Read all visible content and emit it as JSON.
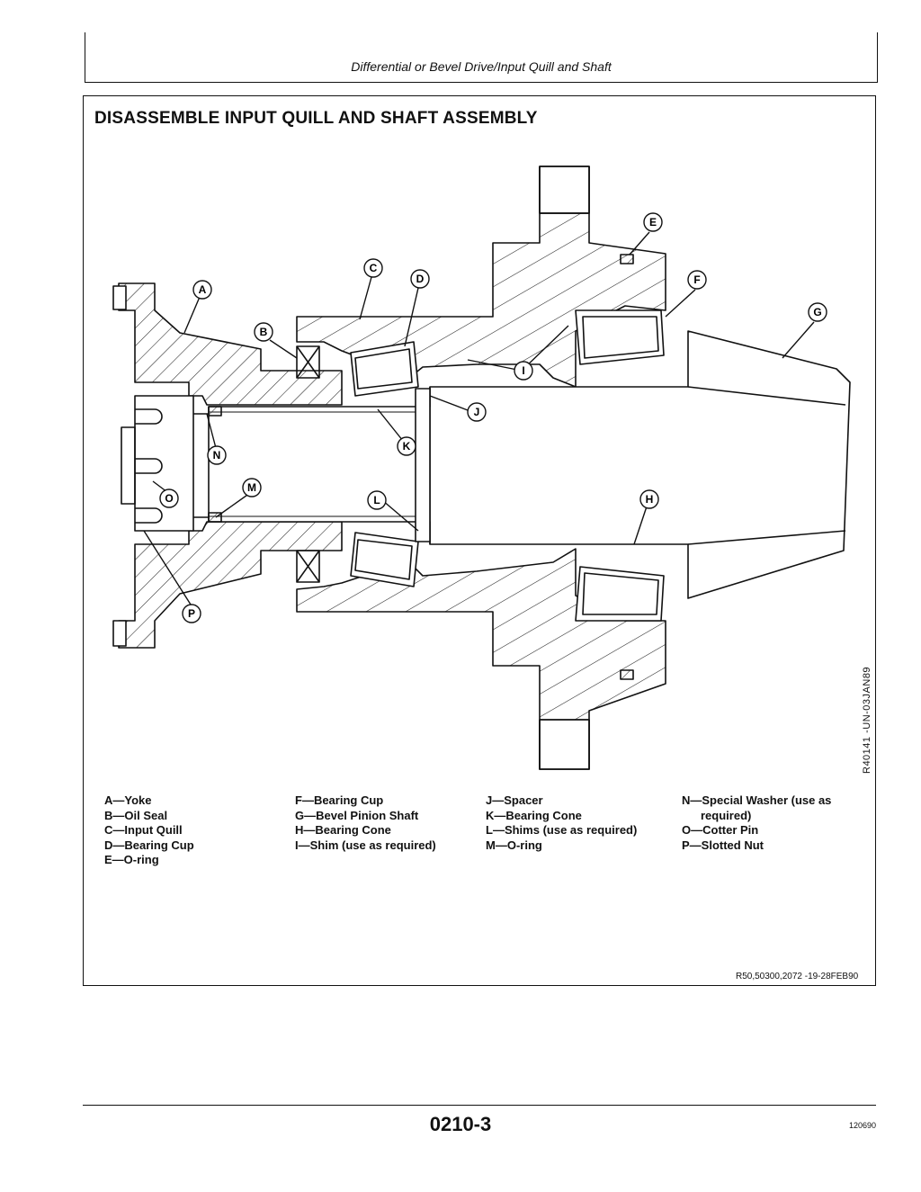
{
  "header": {
    "running_title": "Differential or Bevel Drive/Input Quill and Shaft"
  },
  "section": {
    "title": "DISASSEMBLE INPUT QUILL AND SHAFT ASSEMBLY"
  },
  "figure": {
    "id": "R40141 -UN-03JAN89",
    "callouts": [
      "A",
      "B",
      "C",
      "D",
      "E",
      "F",
      "G",
      "H",
      "I",
      "J",
      "K",
      "L",
      "M",
      "N",
      "O",
      "P"
    ]
  },
  "legend": {
    "col1": [
      "A—Yoke",
      "B—Oil Seal",
      "C—Input Quill",
      "D—Bearing Cup",
      "E—O-ring"
    ],
    "col2": [
      "F—Bearing Cup",
      "G—Bevel Pinion Shaft",
      "H—Bearing Cone",
      "I—Shim (use as required)"
    ],
    "col3": [
      "J—Spacer",
      "K—Bearing Cone",
      "L—Shims (use as required)",
      "M—O-ring"
    ],
    "col4": [
      "N—Special Washer (use as",
      "required)",
      "O—Cotter Pin",
      "P—Slotted Nut"
    ]
  },
  "doc_code": "R50,50300,2072 -19-28FEB90",
  "footer": {
    "page_number": "0210-3",
    "date_code": "120690"
  }
}
